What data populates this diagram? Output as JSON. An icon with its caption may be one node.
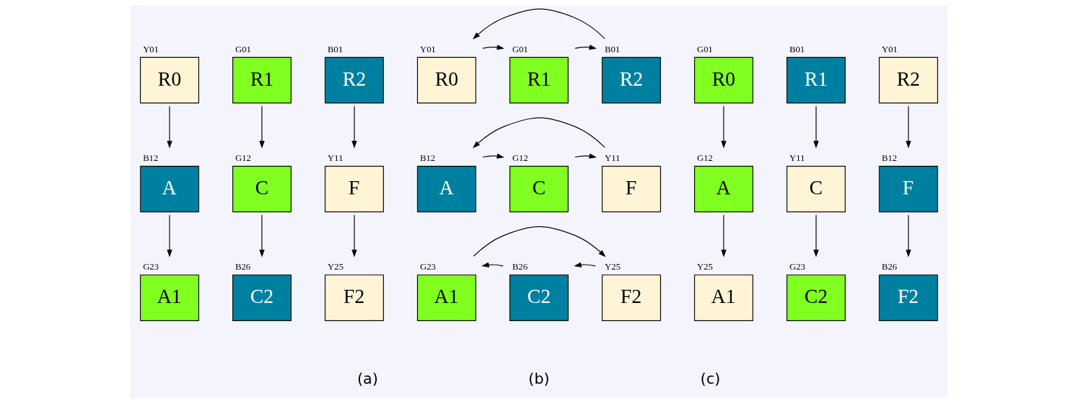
{
  "diagram": {
    "nodes": [
      {
        "text": [
          "R0"
        ],
        "beside": [
          "Y01"
        ]
      },
      {
        "text": [
          "R1"
        ],
        "beside": [
          "G01"
        ]
      },
      {
        "text": [
          "R2"
        ],
        "beside": [
          "B01"
        ]
      },
      {
        "text": [
          "A"
        ],
        "beside": [
          "B12"
        ]
      },
      {
        "text": [
          "C"
        ],
        "beside": [
          "G12"
        ]
      },
      {
        "text": [
          "F"
        ],
        "beside": [
          "Y11"
        ]
      },
      {
        "text": [
          "A1"
        ],
        "beside": [
          "G23"
        ]
      },
      {
        "text": [
          "C2"
        ],
        "beside": [
          "B26"
        ]
      },
      {
        "text": [
          "F2"
        ],
        "beside": [
          "Y25"
        ]
      },
      {
        "text": [
          "R0"
        ],
        "beside": [
          "Y01"
        ]
      },
      {
        "text": [
          "R1"
        ],
        "beside": [
          "G01"
        ]
      },
      {
        "text": [
          "R2"
        ],
        "beside": [
          "B01"
        ]
      },
      {
        "text": [
          "A"
        ],
        "beside": [
          "B12"
        ]
      },
      {
        "text": [
          "C"
        ],
        "beside": [
          "G12"
        ]
      },
      {
        "text": [
          "F"
        ],
        "beside": [
          "Y11"
        ]
      },
      {
        "text": [
          "A1"
        ],
        "beside": [
          "G23"
        ]
      },
      {
        "text": [
          "C2"
        ],
        "beside": [
          "B26"
        ]
      },
      {
        "text": [
          "F2"
        ],
        "beside": [
          "Y25"
        ]
      },
      {
        "text": [
          "R0"
        ],
        "beside": [
          "G01"
        ]
      },
      {
        "text": [
          "R1"
        ],
        "beside": [
          "B01"
        ]
      },
      {
        "text": [
          "R2"
        ],
        "beside": [
          "Y01"
        ]
      },
      {
        "text": [
          "A"
        ],
        "beside": [
          "G12"
        ]
      },
      {
        "text": [
          "C"
        ],
        "beside": [
          "Y11"
        ]
      },
      {
        "text": [
          "F"
        ],
        "beside": [
          "B12"
        ]
      },
      {
        "text": [
          "A1"
        ],
        "beside": [
          "Y25"
        ]
      },
      {
        "text": [
          "C2"
        ],
        "beside": [
          "G23"
        ]
      },
      {
        "text": [
          "F2"
        ],
        "beside": [
          "B26"
        ]
      }
    ],
    "edges": [
      {
        "from": 0,
        "to": 3,
        "arrow": "to"
      },
      {
        "from": 1,
        "to": 4,
        "arrow": "to"
      },
      {
        "from": 2,
        "to": 5,
        "arrow": "to"
      },
      {
        "from": 3,
        "to": 6,
        "arrow": "to"
      },
      {
        "from": 4,
        "to": 7,
        "arrow": "to"
      },
      {
        "from": 5,
        "to": 8,
        "arrow": "to"
      },
      {
        "from": 9,
        "to": 10,
        "arrow": "to"
      },
      {
        "from": 10,
        "to": 11,
        "arrow": "to"
      },
      {
        "from": 11,
        "to": 9,
        "arrow": "to"
      },
      {
        "from": 12,
        "to": 13,
        "arrow": "to"
      },
      {
        "from": 13,
        "to": 14,
        "arrow": "to"
      },
      {
        "from": 14,
        "to": 12,
        "arrow": "to"
      },
      {
        "from": 16,
        "to": 15,
        "arrow": "to"
      },
      {
        "from": 17,
        "to": 16,
        "arrow": "to"
      },
      {
        "from": 15,
        "to": 17,
        "arrow": "to"
      },
      {
        "from": 18,
        "to": 21,
        "arrow": "to"
      },
      {
        "from": 19,
        "to": 22,
        "arrow": "to"
      },
      {
        "from": 20,
        "to": 23,
        "arrow": "to"
      },
      {
        "from": 21,
        "to": 24,
        "arrow": "to"
      },
      {
        "from": 22,
        "to": 25,
        "arrow": "to"
      },
      {
        "from": 23,
        "to": 26,
        "arrow": "to"
      }
    ],
    "labels": [
      "(a)",
      "(b)",
      "(c)"
    ]
  }
}
